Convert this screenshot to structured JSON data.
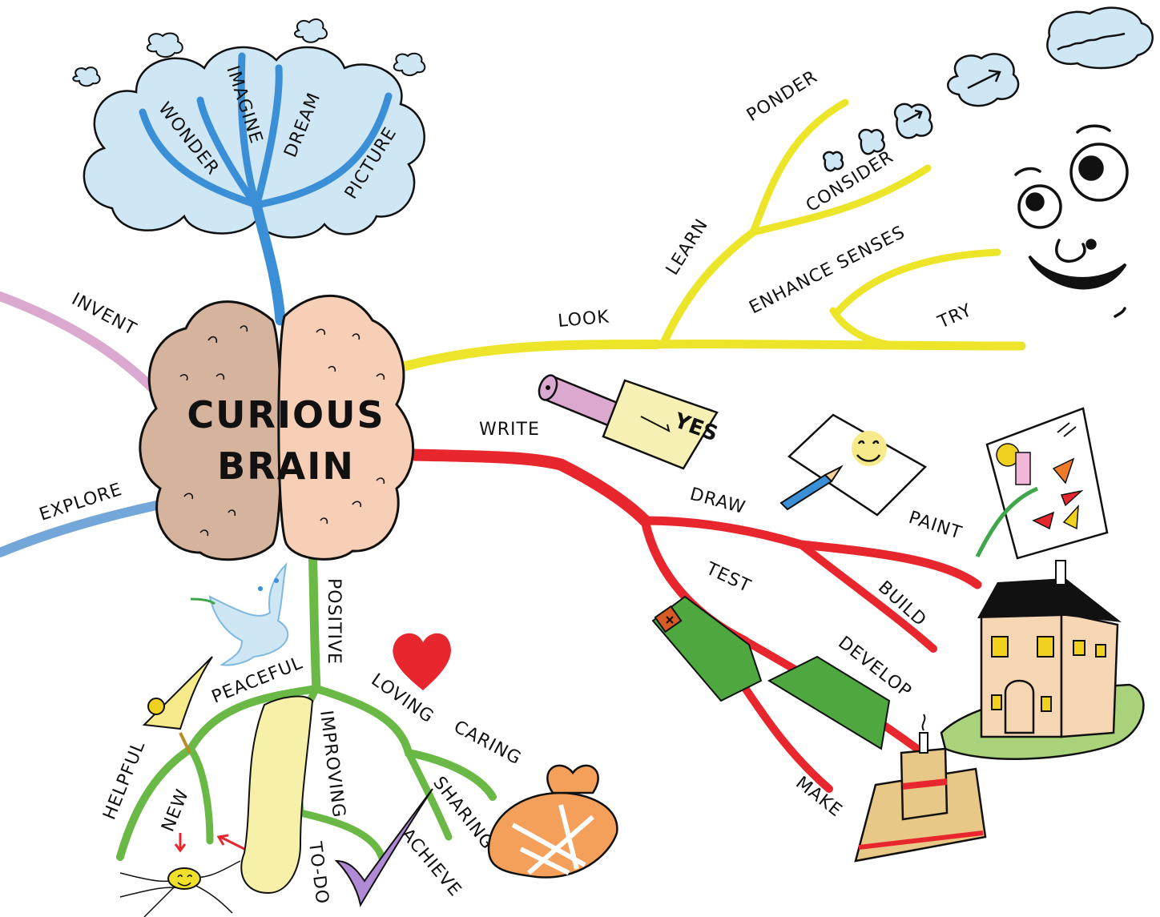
{
  "title": {
    "line1": "CURIOUS",
    "line2": "BRAIN"
  },
  "colors": {
    "imagine_branch": "#3a8fd6",
    "look_branch": "#ece52a",
    "write_branch": "#e8262d",
    "positive_branch": "#6ab845",
    "invent_branch": "#dba9cf",
    "explore_branch": "#73a7da",
    "brain_left": "#d6b39d",
    "brain_right": "#f7cfb6",
    "cloud": "#cfe7f5"
  },
  "branches": {
    "imagine": {
      "label": "IMAGINE",
      "children": [
        "WONDER",
        "DREAM",
        "PICTURE"
      ]
    },
    "invent": {
      "label": "INVENT"
    },
    "explore": {
      "label": "EXPLORE"
    },
    "look": {
      "label": "LOOK",
      "learn": {
        "label": "LEARN",
        "children": [
          "PONDER",
          "CONSIDER"
        ]
      },
      "enhance": {
        "label": "ENHANCE SENSES",
        "children": [
          "TRY"
        ]
      }
    },
    "write": {
      "label": "WRITE",
      "children": [
        "DRAW",
        "PAINT",
        "BUILD",
        "TEST",
        "DEVELOP",
        "MAKE"
      ]
    },
    "positive": {
      "label": "POSITIVE",
      "children": [
        "PEACEFUL",
        "HELPFUL",
        "NEW",
        "IMPROVING",
        "TO-DO",
        "LOVING",
        "CARING",
        "SHARING",
        "ACHIEVE"
      ]
    }
  },
  "icons": {
    "yes_note": "YES",
    "list": [
      "thought-clouds-icon",
      "cartoon-face-icon",
      "pencil-icon",
      "yes-note-icon",
      "smiley-drawing-icon",
      "painting-icon",
      "house-icon",
      "checklist-icon",
      "cake-icon",
      "dove-icon",
      "heart-icon",
      "gift-icon",
      "checkmark-icon",
      "lightbulb-icon",
      "flower-icon",
      "scroll-icon"
    ]
  }
}
